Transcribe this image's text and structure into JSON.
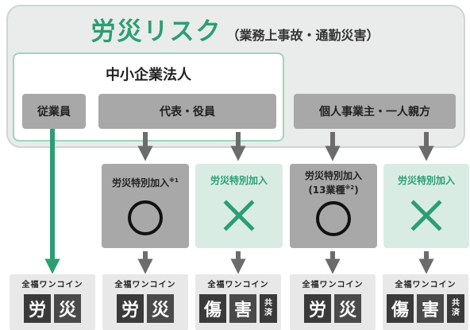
{
  "title": {
    "main": "労災リスク",
    "sub": "（業務上事故・通勤災害）"
  },
  "corporation": {
    "label": "中小企業法人"
  },
  "categories": {
    "employee": "従業員",
    "executive": "代表・役員",
    "sole_proprietor": "個人事業主・一人親方"
  },
  "middle_boxes": [
    {
      "label": "労災特別加入",
      "note": "※1",
      "mark": "○"
    },
    {
      "label": "労災特別加入",
      "note": "",
      "mark": "✕"
    },
    {
      "label": "労災特別加入",
      "label2": "(13業種",
      "note": "※2",
      "label3": ")",
      "mark": "○"
    },
    {
      "label": "労災特別加入",
      "note": "",
      "mark": "✕"
    }
  ],
  "bottom_boxes": [
    {
      "label": "全福ワンコイン",
      "c1": "労",
      "c2": "災"
    },
    {
      "label": "全福ワンコイン",
      "c1": "労",
      "c2": "災"
    },
    {
      "label": "全福ワンコイン",
      "c1": "傷",
      "c2": "害",
      "c3a": "共",
      "c3b": "済"
    },
    {
      "label": "全福ワンコイン",
      "c1": "労",
      "c2": "災"
    },
    {
      "label": "全福ワンコイン",
      "c1": "傷",
      "c2": "害",
      "c3a": "共",
      "c3b": "済"
    }
  ],
  "colors": {
    "accent": "#2b9e73",
    "grey": "#a8a8a8",
    "light_green": "#d9ece4"
  }
}
